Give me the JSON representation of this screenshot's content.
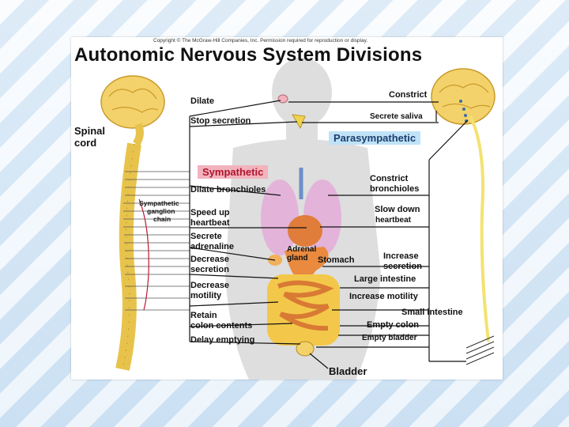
{
  "copyright": "Copyright © The McGraw-Hill Companies, Inc. Permission required for reproduction or display.",
  "title": "Autonomic Nervous System Divisions",
  "colors": {
    "sympathetic_bg": "#f2b3bd",
    "sympathetic_text": "#b0142d",
    "parasympathetic_bg": "#bfe2f7",
    "parasympathetic_text": "#1b3e6e",
    "brain": "#f4d26b",
    "spine": "#e8c34c",
    "body_silhouette": "#dedede"
  },
  "left_labels": {
    "spinal_cord": [
      "Spinal",
      "cord"
    ],
    "ganglion_chain": [
      "Sympathetic",
      "ganglion",
      "chain"
    ]
  },
  "sympathetic": {
    "heading": "Sympathetic",
    "effects": [
      "Dilate",
      "Stop secretion",
      "Dilate bronchioles",
      "Speed up",
      "heartbeat",
      "Secrete",
      "adrenaline",
      "Decrease",
      "secretion",
      "Decrease",
      "motility",
      "Retain",
      "colon contents",
      "Delay emptying"
    ]
  },
  "parasympathetic": {
    "heading": "Parasympathetic",
    "effects": [
      "Constrict",
      "Secrete saliva",
      "Constrict",
      "bronchioles",
      "Slow down",
      "heartbeat",
      "Increase",
      "secretion",
      "Large intestine",
      "Increase motility",
      "Small intestine",
      "Empty colon",
      "Empty bladder"
    ]
  },
  "organs": {
    "adrenal": [
      "Adrenal",
      "gland"
    ],
    "stomach": "Stomach",
    "bladder": "Bladder"
  }
}
